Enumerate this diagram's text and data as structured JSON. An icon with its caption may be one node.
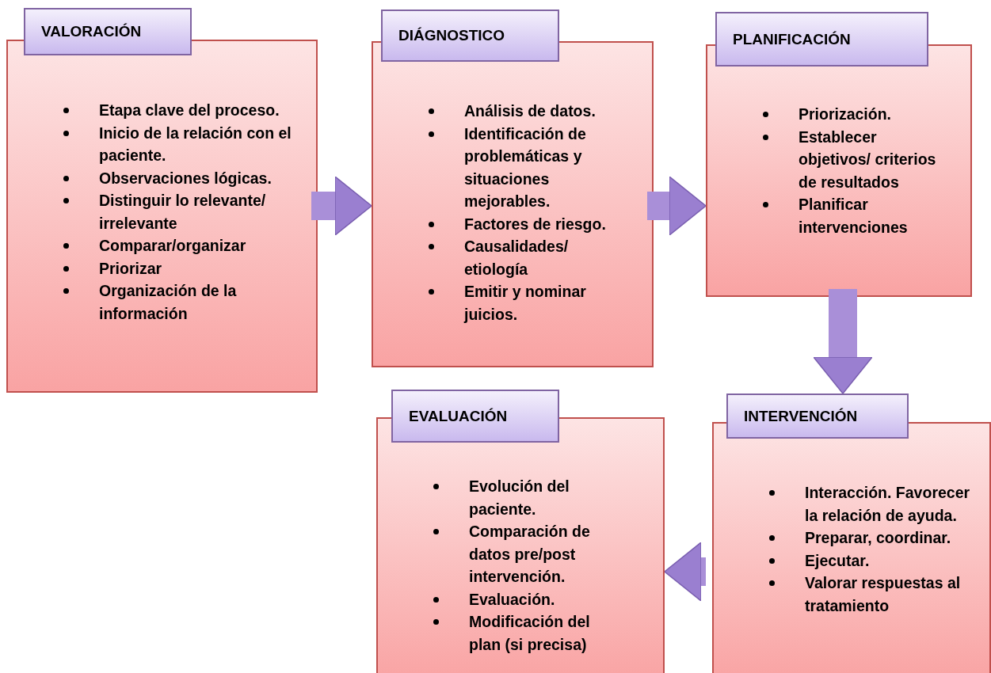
{
  "diagram": {
    "nodes": [
      {
        "text": [
          "VALORACIÓN",
          "Etapa clave del proceso.",
          "Inicio de la relación con el paciente.",
          "Observaciones lógicas.",
          "Distinguir lo relevante/ irrelevante",
          "Comparar/organizar",
          "Priorizar",
          "Organización de la información"
        ]
      },
      {
        "text": [
          "DIÁGNOSTICO",
          "Análisis de datos.",
          "Identificación de problemáticas y situaciones mejorables.",
          "Factores de riesgo.",
          "Causalidades/ etiología",
          "Emitir y nominar juicios."
        ]
      },
      {
        "text": [
          "PLANIFICACIÓN",
          "Priorización.",
          "Establecer objetivos/ criterios de resultados",
          "Planificar intervenciones"
        ]
      },
      {
        "text": [
          "INTERVENCIÓN",
          "Interacción. Favorecer la relación de ayuda.",
          "Preparar, coordinar.",
          "Ejecutar.",
          "Valorar respuestas al tratamiento"
        ]
      },
      {
        "text": [
          "EVALUACIÓN",
          "Evolución del paciente.",
          "Comparación de datos pre/post intervención.",
          "Evaluación.",
          "Modificación del plan (si precisa)"
        ]
      }
    ],
    "edges": [
      {
        "from": 0,
        "to": 1,
        "arrow": "to"
      },
      {
        "from": 1,
        "to": 2,
        "arrow": "to"
      },
      {
        "from": 2,
        "to": 3,
        "arrow": "to"
      },
      {
        "from": 3,
        "to": 4,
        "arrow": "to"
      }
    ]
  }
}
